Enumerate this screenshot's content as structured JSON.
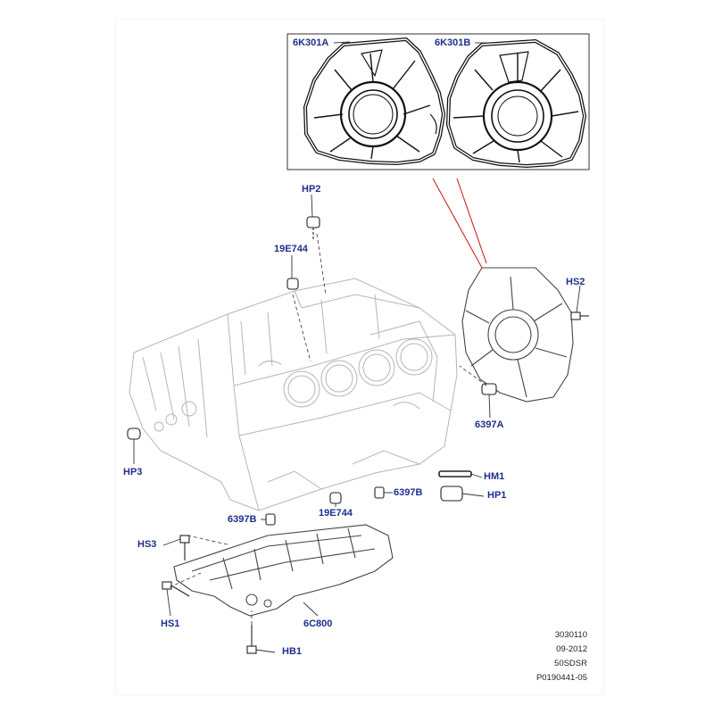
{
  "callouts": {
    "k6k301a": "6K301A",
    "k6k301b": "6K301B",
    "hp2": "HP2",
    "k19e744_top": "19E744",
    "hs2": "HS2",
    "k6397a": "6397A",
    "hp3": "HP3",
    "hm1": "HM1",
    "hp1": "HP1",
    "k6397b_left": "6397B",
    "k6397b_mid": "6397B",
    "k19e744_bottom": "19E744",
    "hs3": "HS3",
    "hs1": "HS1",
    "k6c800": "6C800",
    "hb1": "HB1"
  },
  "reference": {
    "line1": "3030110",
    "line2": "09-2012",
    "line3": "50SDSR",
    "line4": "P0190441-05"
  },
  "colors": {
    "callout_text": "#1f2f8a",
    "leader_line": "#333333",
    "red_pointer": "#d22222",
    "part_outline": "#555555",
    "engine_block_outline": "#b5b5b5"
  },
  "icons": [
    "engine-block-drawing",
    "rear-cover-drawing",
    "sump-drawing",
    "bolt-icon",
    "plug-icon"
  ]
}
